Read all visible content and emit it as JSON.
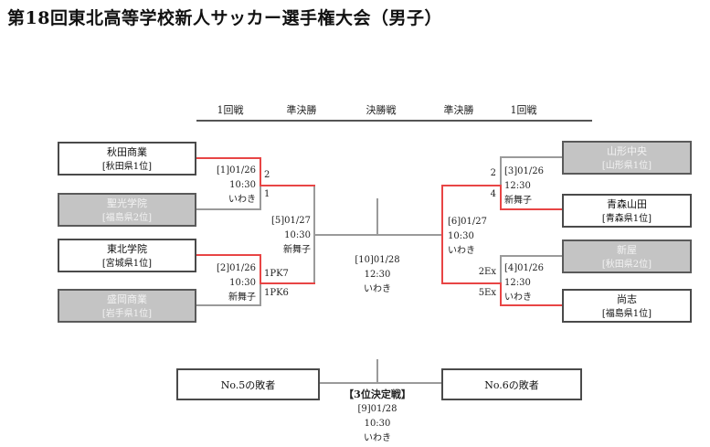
{
  "title": "第18回東北高等学校新人サッカー選手権大会（男子）",
  "round_labels": [
    "1回戦",
    "準決勝",
    "決勝戦",
    "準決勝",
    "1回戦"
  ],
  "teams": {
    "left": [
      {
        "name": "秋田商業",
        "seed": "[秋田県1位]",
        "result": "winner"
      },
      {
        "name": "聖光学院",
        "seed": "[福島県2位]",
        "result": "eliminated"
      },
      {
        "name": "東北学院",
        "seed": "[宮城県1位]",
        "result": "winner"
      },
      {
        "name": "盛岡商業",
        "seed": "[岩手県1位]",
        "result": "eliminated"
      }
    ],
    "right": [
      {
        "name": "山形中央",
        "seed": "[山形県1位]",
        "result": "eliminated"
      },
      {
        "name": "青森山田",
        "seed": "[青森県1位]",
        "result": "winner"
      },
      {
        "name": "新屋",
        "seed": "[秋田県2位]",
        "result": "eliminated"
      },
      {
        "name": "尚志",
        "seed": "[福島県1位]",
        "result": "winner"
      }
    ]
  },
  "matches": {
    "m1": {
      "label": "[1]01/26",
      "time": "10:30",
      "venue": "いわき",
      "score_top": "2",
      "score_bottom": "1"
    },
    "m2": {
      "label": "[2]01/26",
      "time": "10:30",
      "venue": "新舞子",
      "score_top": "1PK7",
      "score_bottom": "1PK6"
    },
    "m3": {
      "label": "[3]01/26",
      "time": "12:30",
      "venue": "新舞子",
      "score_top": "2",
      "score_bottom": "4"
    },
    "m4": {
      "label": "[4]01/26",
      "time": "12:30",
      "venue": "いわき",
      "score_top": "2Ex",
      "score_bottom": "5Ex"
    },
    "m5": {
      "label": "[5]01/27",
      "time": "10:30",
      "venue": "新舞子"
    },
    "m6": {
      "label": "[6]01/27",
      "time": "10:30",
      "venue": "いわき"
    },
    "m10": {
      "label": "[10]01/28",
      "time": "12:30",
      "venue": "いわき"
    },
    "m9": {
      "heading": "【3位決定戦】",
      "label": "[9]01/28",
      "time": "10:30",
      "venue": "いわき"
    }
  },
  "third_place": {
    "left_label": "No.5の敗者",
    "right_label": "No.6の敗者"
  },
  "colors": {
    "winner_path": "#e84545",
    "bracket_line": "#9a9a9a",
    "eliminated_fill": "#c4c4c4"
  }
}
